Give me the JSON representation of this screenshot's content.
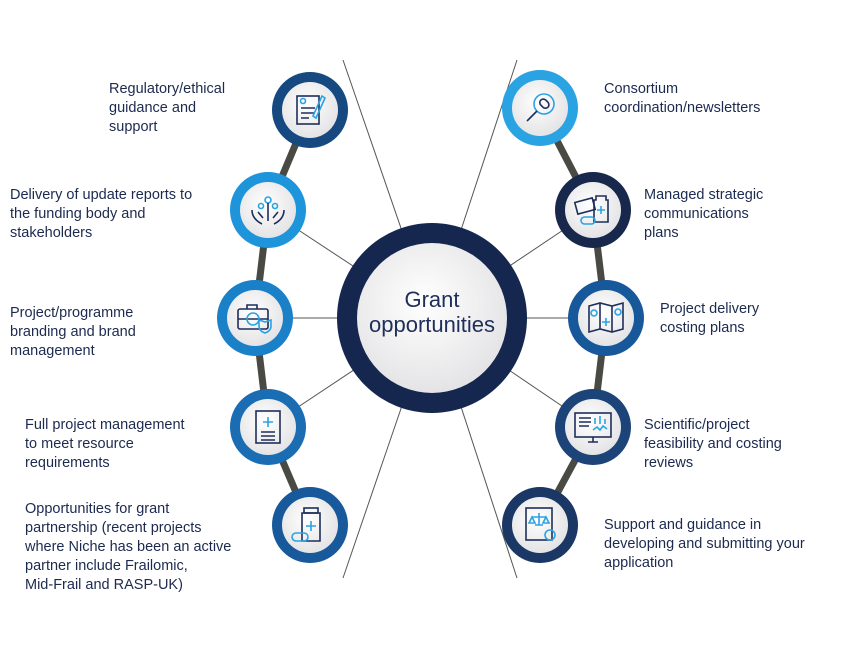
{
  "center": {
    "lines": [
      "Grant",
      "opportunities"
    ]
  },
  "left_items": [
    {
      "lines": [
        "Regulatory/ethical",
        "guidance and",
        "support"
      ],
      "icon": "document-pen-icon",
      "ring": "#16497f"
    },
    {
      "lines": [
        "Delivery of update reports to",
        "the funding body and",
        "stakeholders"
      ],
      "icon": "hands-people-icon",
      "ring": "#1e94da"
    },
    {
      "lines": [
        "Project/programme",
        "branding and brand",
        "management"
      ],
      "icon": "medical-kit-shield-icon",
      "ring": "#1a80c8"
    },
    {
      "lines": [
        "Full project management",
        "to meet resource",
        "requirements"
      ],
      "icon": "medical-report-icon",
      "ring": "#1a6cb3"
    },
    {
      "lines": [
        "Opportunities for grant",
        "partnership (recent projects",
        "where Niche has been an active",
        "partner include Frailomic,",
        "Mid-Frail and RASP-UK)"
      ],
      "icon": "medicine-bottle-icon",
      "ring": "#17599b"
    }
  ],
  "right_items": [
    {
      "lines": [
        "Consortium",
        "coordination/newsletters"
      ],
      "icon": "magnifier-pill-icon",
      "ring": "#2aa3e3"
    },
    {
      "lines": [
        "Managed strategic",
        "communications",
        "plans"
      ],
      "icon": "money-medicine-icon",
      "ring": "#18284d"
    },
    {
      "lines": [
        "Project delivery",
        "costing plans"
      ],
      "icon": "brochure-icon",
      "ring": "#17589a"
    },
    {
      "lines": [
        "Scientific/project",
        "feasibility and costing",
        "reviews"
      ],
      "icon": "monitor-chart-icon",
      "ring": "#1d4478"
    },
    {
      "lines": [
        "Support and guidance in",
        "developing and submitting your",
        "application"
      ],
      "icon": "certificate-scale-icon",
      "ring": "#1a3766"
    }
  ],
  "colors": {
    "text": "#1c2a4f",
    "arc": "#4a4a44",
    "center_ring": "#15264f",
    "accent": "#2aa3e3"
  }
}
